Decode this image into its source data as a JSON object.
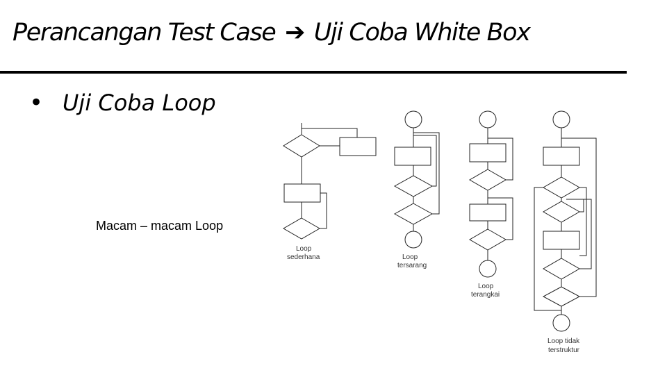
{
  "slide": {
    "title_left": "Perancangan Test Case",
    "title_arrow": "➔",
    "title_right": "Uji Coba White Box",
    "bullet_symbol": "•",
    "bullet_text": "Uji Coba Loop",
    "caption": "Macam – macam Loop"
  },
  "figure": {
    "labels": [
      {
        "line1": "Loop",
        "line2": "sederhana"
      },
      {
        "line1": "Loop",
        "line2": "tersarang"
      },
      {
        "line1": "Loop",
        "line2": "terangkai"
      },
      {
        "line1": "Loop tidak",
        "line2": "terstruktur"
      }
    ]
  }
}
